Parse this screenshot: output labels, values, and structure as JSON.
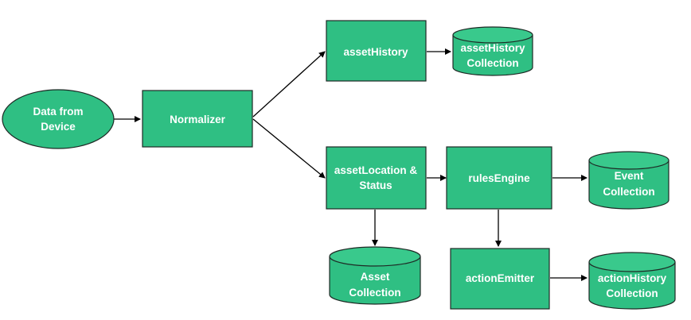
{
  "diagram": {
    "nodes": {
      "data_from_device": {
        "lines": [
          "Data from",
          "Device"
        ]
      },
      "normalizer": {
        "lines": [
          "Normalizer"
        ]
      },
      "asset_history": {
        "lines": [
          "assetHistory"
        ]
      },
      "asset_history_collection": {
        "lines": [
          "assetHistory",
          "Collection"
        ]
      },
      "asset_location_status": {
        "lines": [
          "assetLocation &",
          "Status"
        ]
      },
      "rules_engine": {
        "lines": [
          "rulesEngine"
        ]
      },
      "event_collection": {
        "lines": [
          "Event",
          "Collection"
        ]
      },
      "asset_collection": {
        "lines": [
          "Asset",
          "Collection"
        ]
      },
      "action_emitter": {
        "lines": [
          "actionEmitter"
        ]
      },
      "action_history_collection": {
        "lines": [
          "actionHistory",
          "Collection"
        ]
      }
    },
    "colors": {
      "node_fill": "#2fbf83",
      "node_stroke": "#1e2a25",
      "text": "#ffffff",
      "edge": "#000000"
    }
  }
}
